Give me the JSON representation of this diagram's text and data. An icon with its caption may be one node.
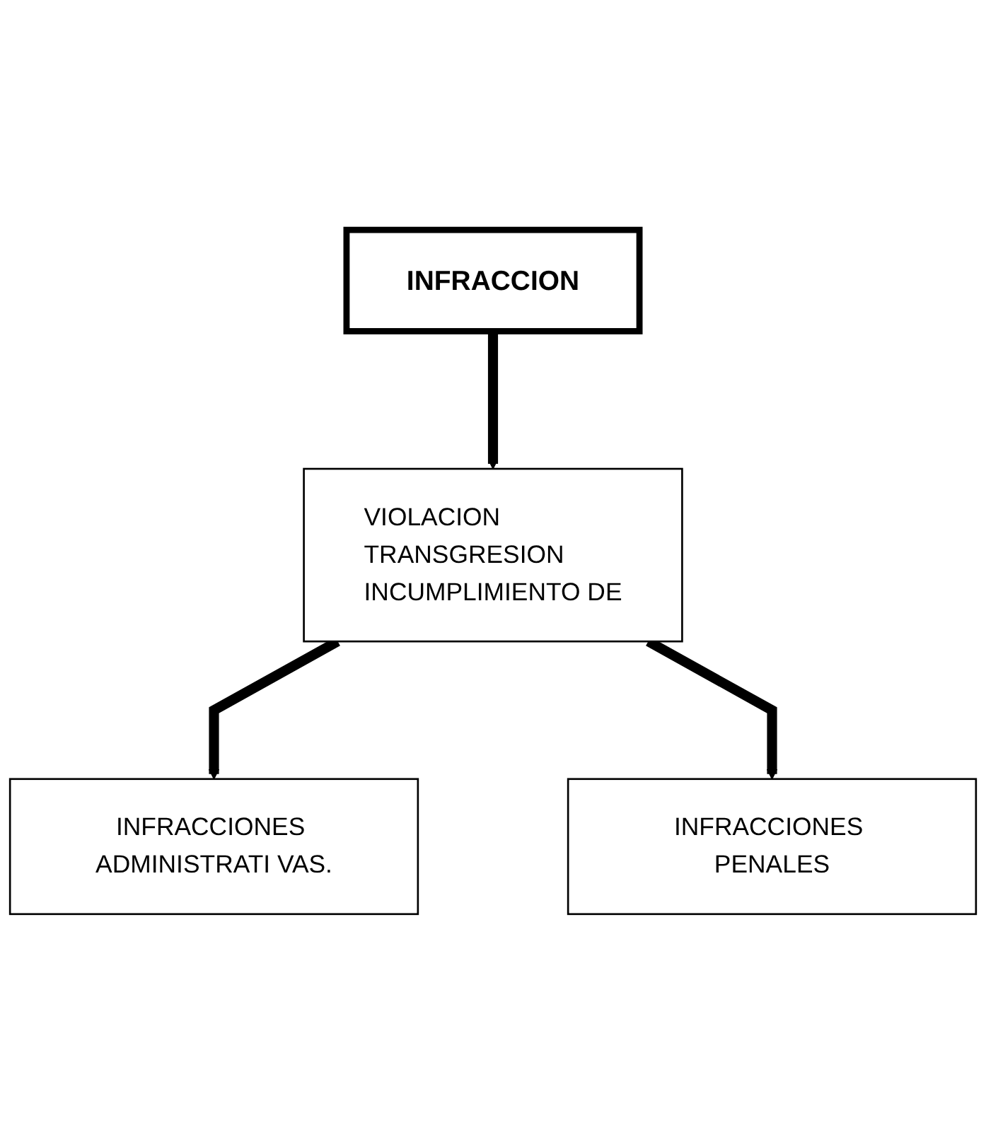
{
  "diagram": {
    "nodes": [
      {
        "text": [
          "INFRACCION"
        ]
      },
      {
        "text": [
          "VIOLACION",
          "TRANSGRESION",
          "INCUMPLIMIENTO DE"
        ]
      },
      {
        "text": [
          "INFRACCIONES ADMINISTRATI VAS."
        ]
      },
      {
        "text": [
          "INFRACCIONES PENALES"
        ]
      }
    ],
    "edges": [
      {
        "from": 0,
        "to": 1,
        "arrow": "to"
      },
      {
        "from": 1,
        "to": 2,
        "arrow": "to"
      },
      {
        "from": 1,
        "to": 3,
        "arrow": "to"
      }
    ]
  }
}
